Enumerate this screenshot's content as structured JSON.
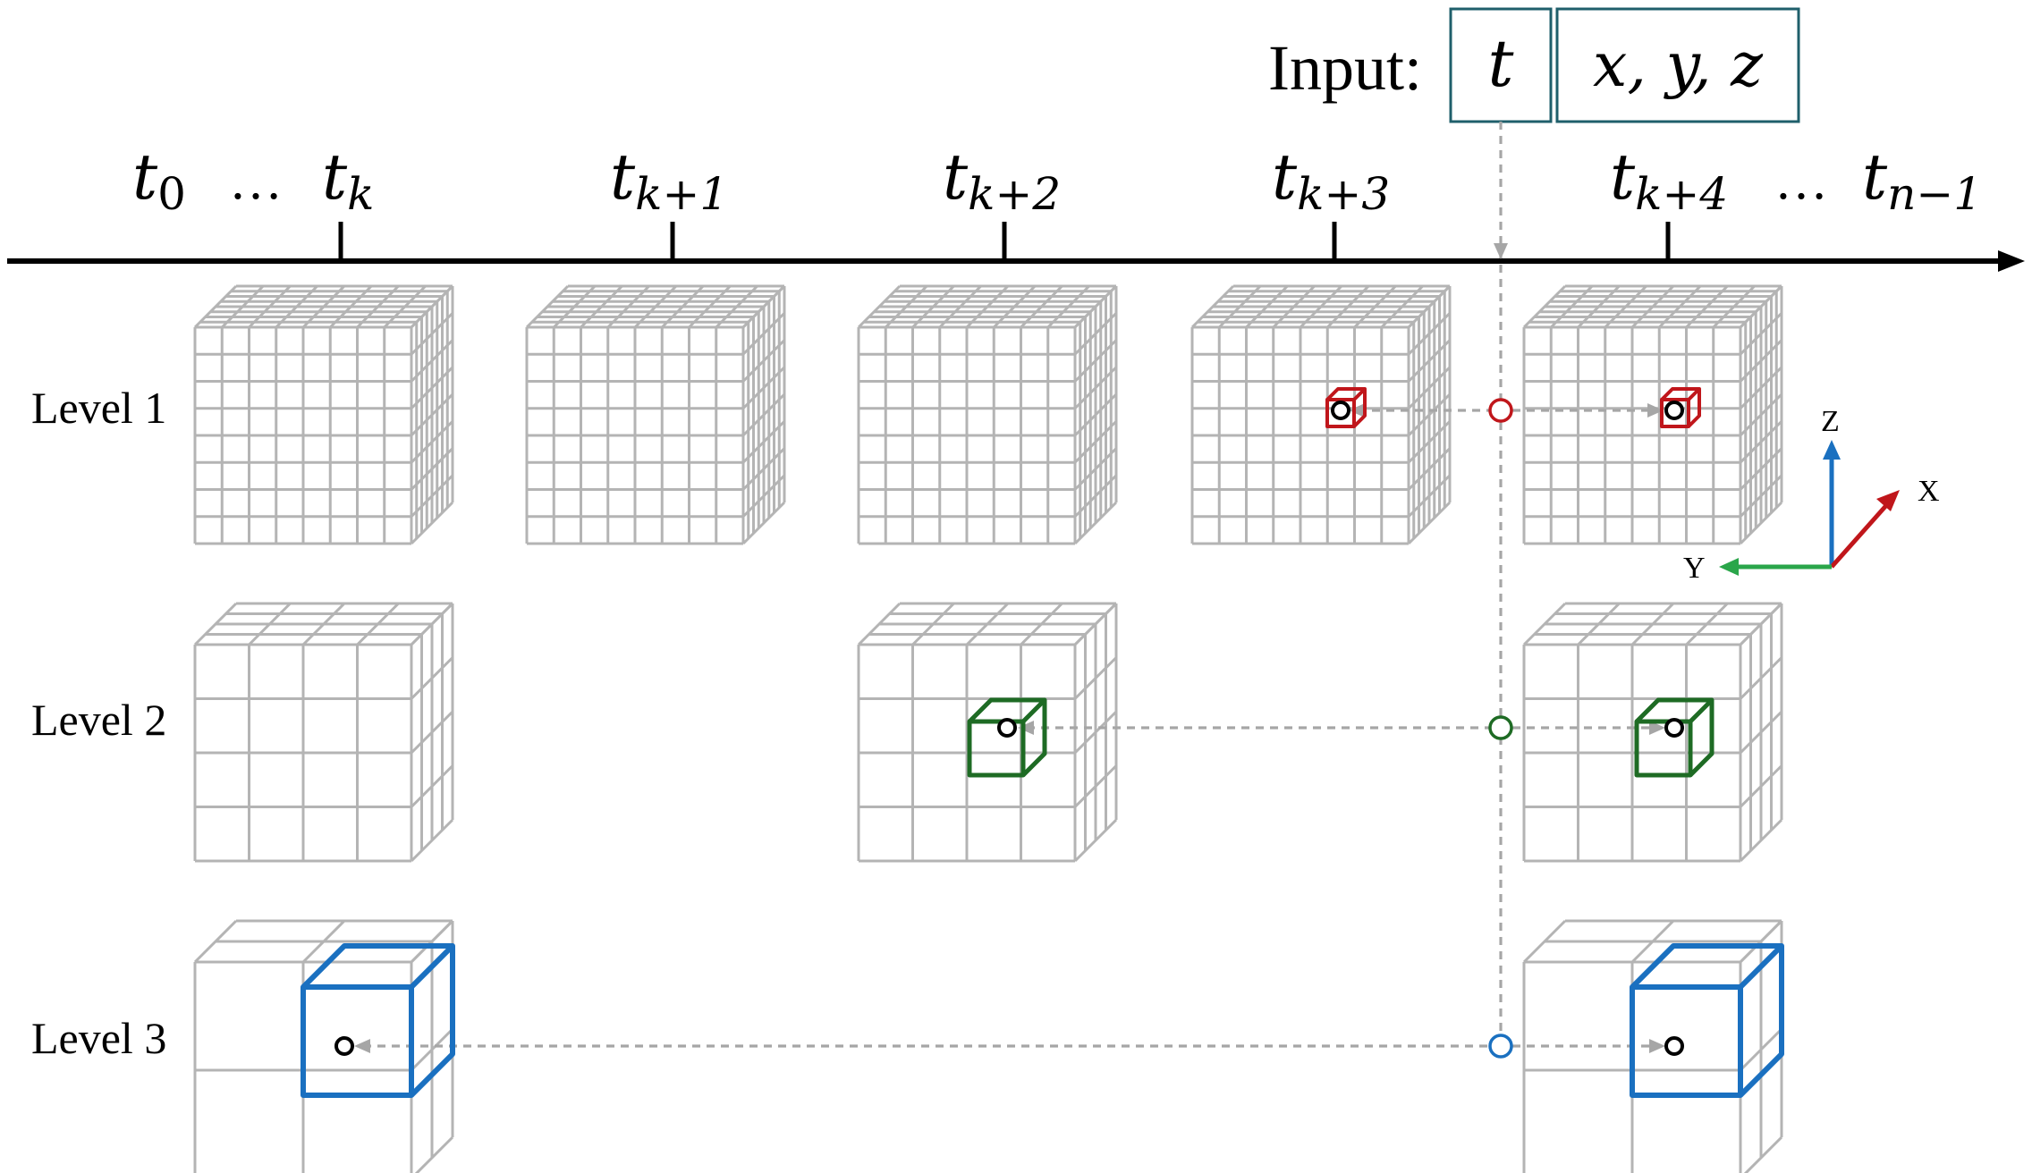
{
  "input": {
    "label": "Input:",
    "t": "t",
    "xyz": "x, y, z",
    "box_color": "#1f5f6b"
  },
  "timeline": {
    "labels": [
      {
        "base": "t",
        "sub": "0"
      },
      {
        "base": "…",
        "sub": ""
      },
      {
        "base": "t",
        "sub": "k"
      },
      {
        "base": "t",
        "sub": "k+1"
      },
      {
        "base": "t",
        "sub": "k+2"
      },
      {
        "base": "t",
        "sub": "k+3"
      },
      {
        "base": "t",
        "sub": "k+4"
      },
      {
        "base": "…",
        "sub": ""
      },
      {
        "base": "t",
        "sub": "n−1"
      }
    ]
  },
  "levels": [
    {
      "name": "Level 1",
      "grid": 8,
      "color": "#c0161b"
    },
    {
      "name": "Level 2",
      "grid": 4,
      "color": "#1e6b24"
    },
    {
      "name": "Level 3",
      "grid": 2,
      "color": "#1a70c0"
    }
  ],
  "axes": {
    "z": {
      "label": "Z",
      "color": "#1a70c0"
    },
    "x": {
      "label": "X",
      "color": "#c0161b"
    },
    "y": {
      "label": "Y",
      "color": "#2aa64a"
    }
  },
  "colors": {
    "grid": "#b4b4b4",
    "dashed": "#a6a6a6",
    "timeline": "#000000"
  }
}
